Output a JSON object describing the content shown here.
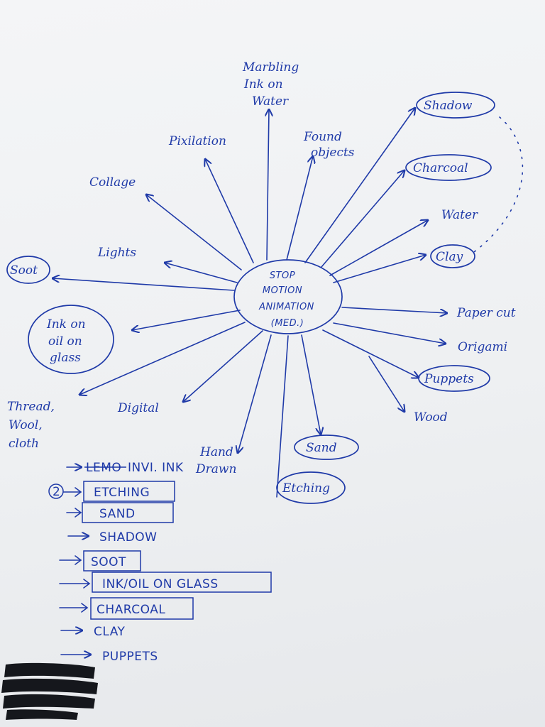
{
  "center": {
    "lines": [
      "STOP",
      "MOTION",
      "ANIMATION",
      "(MED.)"
    ]
  },
  "branches": [
    {
      "key": "marbling",
      "lines": [
        "Marbling",
        "Ink on",
        "Water"
      ],
      "circled": false
    },
    {
      "key": "pixilation",
      "lines": [
        "Pixilation"
      ],
      "circled": false
    },
    {
      "key": "found",
      "lines": [
        "Found",
        "objects"
      ],
      "circled": false
    },
    {
      "key": "collage",
      "lines": [
        "Collage"
      ],
      "circled": false
    },
    {
      "key": "shadow",
      "lines": [
        "Shadow"
      ],
      "circled": true
    },
    {
      "key": "charcoal",
      "lines": [
        "Charcoal"
      ],
      "circled": true
    },
    {
      "key": "water",
      "lines": [
        "Water"
      ],
      "circled": false
    },
    {
      "key": "lights",
      "lines": [
        "Lights"
      ],
      "circled": false
    },
    {
      "key": "clay",
      "lines": [
        "Clay"
      ],
      "circled": true
    },
    {
      "key": "soot",
      "lines": [
        "Soot"
      ],
      "circled": true
    },
    {
      "key": "inkoil",
      "lines": [
        "Ink on",
        "oil on",
        "glass"
      ],
      "circled": true
    },
    {
      "key": "papercut",
      "lines": [
        "Paper cut"
      ],
      "circled": false
    },
    {
      "key": "origami",
      "lines": [
        "Origami"
      ],
      "circled": false
    },
    {
      "key": "puppets",
      "lines": [
        "Puppets"
      ],
      "circled": true
    },
    {
      "key": "thread",
      "lines": [
        "Thread,",
        "Wool,",
        "cloth"
      ],
      "circled": false
    },
    {
      "key": "digital",
      "lines": [
        "Digital"
      ],
      "circled": false
    },
    {
      "key": "wood",
      "lines": [
        "Wood"
      ],
      "circled": false
    },
    {
      "key": "handdrawn",
      "lines": [
        "Hand",
        "Drawn"
      ],
      "circled": false
    },
    {
      "key": "sand",
      "lines": [
        "Sand"
      ],
      "circled": true
    },
    {
      "key": "etching",
      "lines": [
        "Etching"
      ],
      "circled": true
    }
  ],
  "list": [
    {
      "struck": "LEMO",
      "text": "INVI. INK",
      "boxed": false,
      "bold_arrow": false,
      "number": ""
    },
    {
      "struck": "",
      "text": "ETCHING",
      "boxed": true,
      "bold_arrow": true,
      "number": "2"
    },
    {
      "struck": "",
      "text": "SAND",
      "boxed": true,
      "bold_arrow": true,
      "number": ""
    },
    {
      "struck": "",
      "text": "SHADOW",
      "boxed": false,
      "bold_arrow": false,
      "number": ""
    },
    {
      "struck": "",
      "text": "SOOT",
      "boxed": true,
      "bold_arrow": true,
      "number": ""
    },
    {
      "struck": "",
      "text": "INK/OIL ON GLASS",
      "boxed": true,
      "bold_arrow": true,
      "number": ""
    },
    {
      "struck": "",
      "text": "CHARCOAL",
      "boxed": true,
      "bold_arrow": true,
      "number": ""
    },
    {
      "struck": "",
      "text": "CLAY",
      "boxed": false,
      "bold_arrow": false,
      "number": ""
    },
    {
      "struck": "",
      "text": "PUPPETS",
      "boxed": false,
      "bold_arrow": false,
      "number": ""
    }
  ],
  "colors": {
    "ink": "#1f3aa8",
    "paper": "#f1f2f4",
    "marker": "#15171c"
  }
}
